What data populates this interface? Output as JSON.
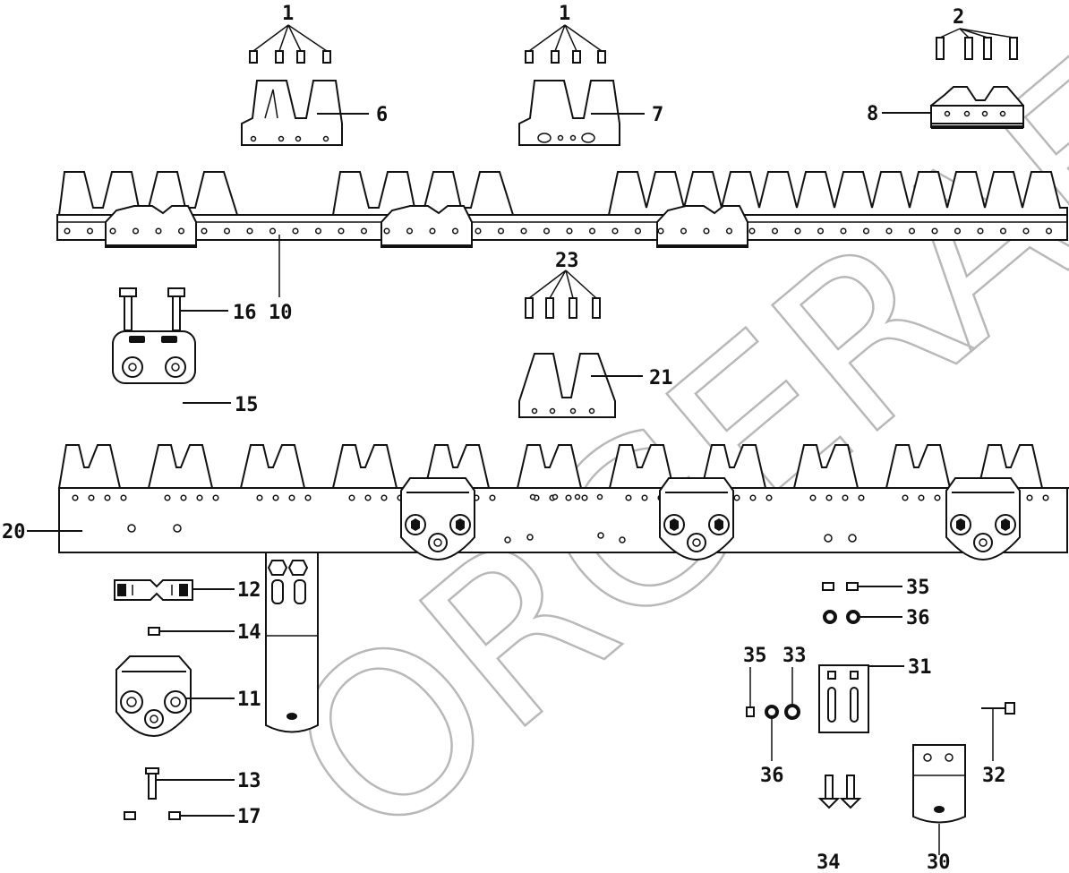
{
  "labels": {
    "l1a": "1",
    "l1b": "1",
    "l2": "2",
    "l6": "6",
    "l7": "7",
    "l8": "8",
    "l10": "10",
    "l16": "16",
    "l15": "15",
    "l23": "23",
    "l21": "21",
    "l20": "20",
    "l12": "12",
    "l14": "14",
    "l11": "11",
    "l13": "13",
    "l17": "17",
    "l35a": "35",
    "l36a": "36",
    "l35b": "35",
    "l33": "33",
    "l31": "31",
    "l36b": "36",
    "l30": "30",
    "l32": "32",
    "l34": "34"
  },
  "watermark": {
    "text": "ORGERAET",
    "color": "#b8b8b8"
  },
  "colors": {
    "ink": "#111111",
    "paper": "#ffffff"
  }
}
